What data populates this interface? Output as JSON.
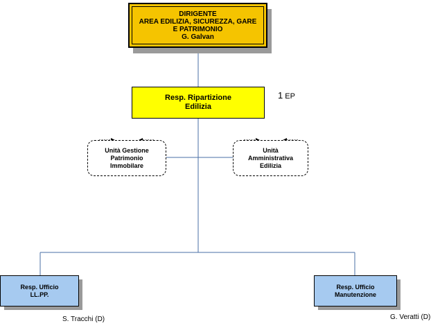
{
  "director": {
    "lines": [
      "DIRIGENTE",
      "AREA EDILIZIA, SICUREZZA, GARE",
      "E PATRIMONIO",
      "G. Galvan"
    ]
  },
  "head": {
    "lines": [
      "Resp. Ripartizione",
      "Edilizia"
    ],
    "staff_count": "1",
    "staff_unit": "EP"
  },
  "units": {
    "left": {
      "lines": [
        "Unità Gestione",
        "Patrimonio",
        "Immobilare"
      ]
    },
    "right": {
      "lines": [
        "Unità",
        "Amministrativa",
        "Edilizia"
      ]
    }
  },
  "offices": {
    "left": {
      "lines": [
        "Resp. Ufficio",
        "LL.PP."
      ],
      "holder": "S. Tracchi  (D)"
    },
    "right": {
      "lines": [
        "Resp. Ufficio",
        "Manutenzione"
      ],
      "holder": "G. Veratti (D)"
    }
  },
  "colors": {
    "director_fill": "#f5c400",
    "head_fill": "#ffff00",
    "office_fill": "#a6caf0",
    "shadow": "#9a9a9a",
    "connector": "#4a6fa5"
  }
}
